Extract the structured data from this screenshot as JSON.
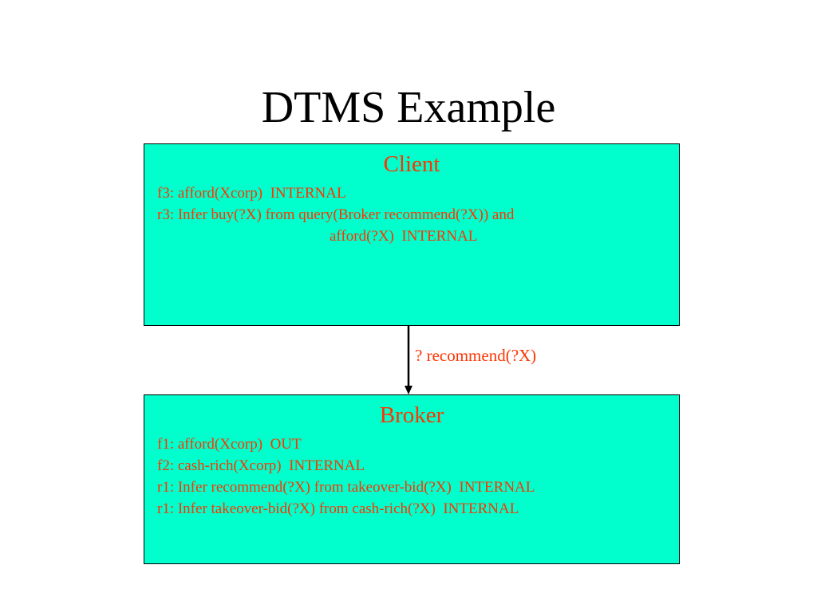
{
  "slide": {
    "title": "DTMS Example"
  },
  "client": {
    "heading": "Client",
    "lines": [
      "f3: afford(Xcorp)  INTERNAL",
      "r3: Infer buy(?X) from query(Broker recommend(?X)) and",
      "afford(?X)  INTERNAL"
    ]
  },
  "edge": {
    "label": "? recommend(?X)"
  },
  "broker": {
    "heading": "Broker",
    "lines": [
      "f1: afford(Xcorp)  OUT",
      "f2: cash-rich(Xcorp)  INTERNAL",
      "r1: Infer recommend(?X) from takeover-bid(?X)  INTERNAL",
      "r1: Infer takeover-bid(?X) from cash-rich(?X)  INTERNAL"
    ]
  },
  "colors": {
    "box_fill": "#00ffcc",
    "text_accent": "#ff3300",
    "title": "#000000"
  }
}
